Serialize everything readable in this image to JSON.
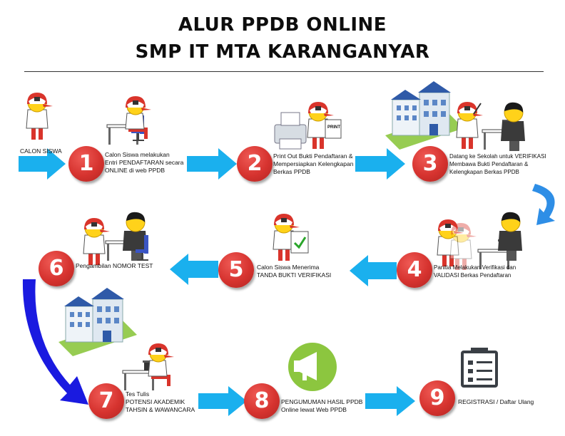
{
  "title": {
    "line1": "ALUR PPDB ONLINE",
    "line2": "SMP IT MTA KARANGANYAR"
  },
  "start_label": "CALON SISWA",
  "steps": [
    {
      "number": "1",
      "lines": [
        "Calon Siswa melakukan",
        "Entri PENDAFTARAN secara",
        "ONLINE di web PPDB"
      ]
    },
    {
      "number": "2",
      "lines": [
        "Print Out Bukti Pendaftaran &",
        "Mempersiapkan Kelengkapan",
        "Berkas PPDB"
      ]
    },
    {
      "number": "3",
      "lines": [
        "Datang ke Sekolah untuk VERIFIKASI",
        "Membawa Bukti Pendaftaran &",
        "Kelengkapan Berkas PPDB"
      ]
    },
    {
      "number": "4",
      "lines": [
        "Panitia Melakukan Verifikasi dan",
        "VALIDASI Berkas Pendaftaran"
      ]
    },
    {
      "number": "5",
      "lines": [
        "Calon Siswa Menerima",
        "TANDA BUKTI VERIFIKASI"
      ]
    },
    {
      "number": "6",
      "lines": [
        "Pengambilan NOMOR TEST"
      ]
    },
    {
      "number": "7",
      "lines": [
        "Tes Tulis",
        "POTENSI AKADEMIK",
        "TAHSIN & WAWANCARA"
      ]
    },
    {
      "number": "8",
      "lines": [
        "PENGUMUMAN HASIL PPDB",
        "Online lewat Web PPDB"
      ]
    },
    {
      "number": "9",
      "lines": [
        "REGISTRASI / Daftar Ulang"
      ]
    }
  ],
  "printer_text": "PRINT",
  "colors": {
    "arrow": "#1ab0ee",
    "badge": "#d6332f",
    "curve_arrow": "#1a1ae0",
    "megaphone_bg": "#8cc63f"
  }
}
